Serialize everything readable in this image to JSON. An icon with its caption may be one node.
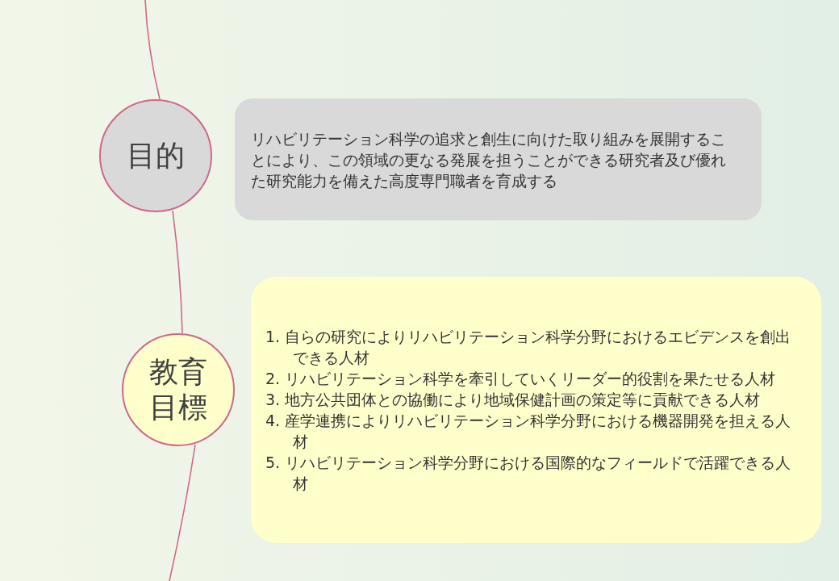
{
  "diagram": {
    "nodes": [
      {
        "text": [
          "目的"
        ]
      },
      {
        "text": [
          "リハビリテーション科学の追求と創生に向けた取り組みを展開することにより、この領域の更なる発展を担うことができる研究者及び優れた研究能力を備えた高度専門職者を育成する"
        ]
      },
      {
        "text": [
          "教育目標"
        ]
      },
      {
        "text": [
          "1. 自らの研究によりリハビリテーション科学分野におけるエビデンスを創出できる人材",
          "2. リハビリテーション科学を牽引していくリーダー的役割を果たせる人材",
          "3. 地方公共団体との協働により地域保健計画の策定等に貢献できる人材",
          "4. 産学連携によりリハビリテーション科学分野における機器開発を担える人材",
          "5. リハビリテーション科学分野における国際的なフィールドで活躍できる人材"
        ]
      }
    ],
    "edges": [
      {
        "from": null,
        "to": 0,
        "arrow": "none"
      },
      {
        "from": 0,
        "to": 2,
        "arrow": "none"
      },
      {
        "from": 2,
        "to": null,
        "arrow": "none"
      }
    ]
  }
}
